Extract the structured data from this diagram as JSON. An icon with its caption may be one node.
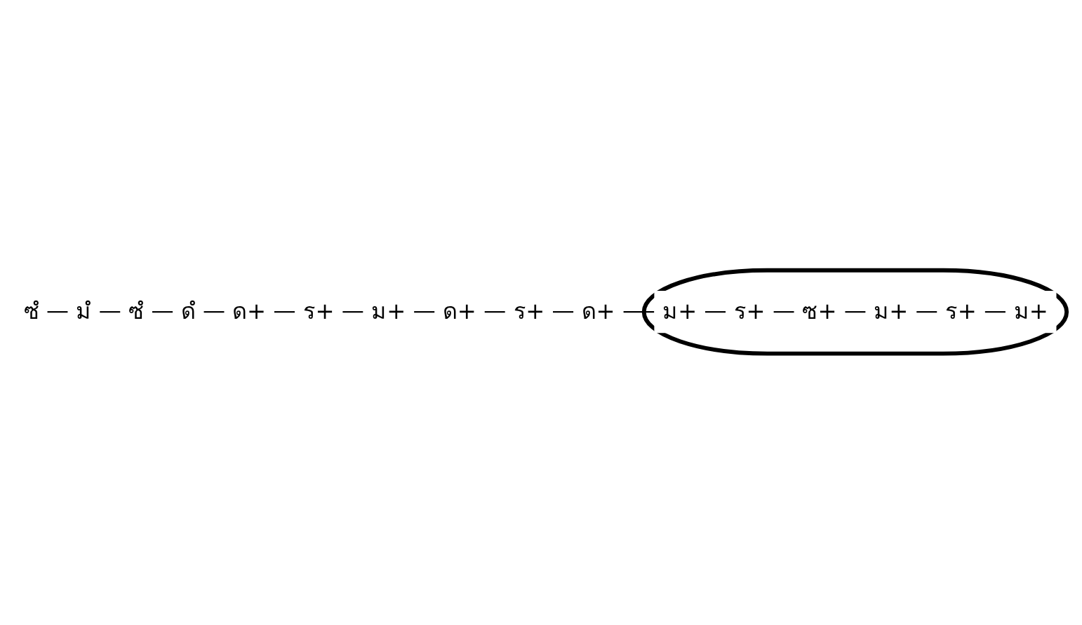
{
  "diagram": {
    "nodes": [
      {
        "text": [
          "ซํ"
        ]
      },
      {
        "text": [
          "มํ"
        ]
      },
      {
        "text": [
          "ซํ"
        ]
      },
      {
        "text": [
          "ดํ"
        ]
      },
      {
        "text": [
          "ด+"
        ]
      },
      {
        "text": [
          "ร+"
        ]
      },
      {
        "text": [
          "ม+"
        ]
      },
      {
        "text": [
          "ด+"
        ]
      },
      {
        "text": [
          "ร+"
        ]
      },
      {
        "text": [],
        "shape": "ellipse"
      },
      {
        "text": [
          "ด+"
        ]
      },
      {
        "text": [
          "ม+"
        ],
        "in": 9
      },
      {
        "text": [
          "ร+"
        ],
        "in": 9
      },
      {
        "text": [
          "ซ+"
        ],
        "in": 9
      },
      {
        "text": [
          "ม+"
        ],
        "in": 9
      },
      {
        "text": [
          "ร+"
        ],
        "in": 9
      },
      {
        "text": [
          "ม+"
        ],
        "in": 9
      }
    ],
    "edges": [
      {
        "from": 0,
        "to": 1,
        "arrow": "none"
      },
      {
        "from": 1,
        "to": 2,
        "arrow": "none"
      },
      {
        "from": 2,
        "to": 3,
        "arrow": "none"
      },
      {
        "from": 3,
        "to": 4,
        "arrow": "none"
      },
      {
        "from": 4,
        "to": 5,
        "arrow": "none"
      },
      {
        "from": 5,
        "to": 6,
        "arrow": "none"
      },
      {
        "from": 6,
        "to": 7,
        "arrow": "none"
      },
      {
        "from": 7,
        "to": 8,
        "arrow": "none"
      },
      {
        "from": 8,
        "to": 10,
        "arrow": "none"
      },
      {
        "from": 10,
        "to": 11,
        "arrow": "none"
      },
      {
        "from": 11,
        "to": 12,
        "arrow": "none"
      },
      {
        "from": 12,
        "to": 13,
        "arrow": "none"
      },
      {
        "from": 13,
        "to": 14,
        "arrow": "none"
      },
      {
        "from": 14,
        "to": 15,
        "arrow": "none"
      },
      {
        "from": 15,
        "to": 16,
        "arrow": "none"
      }
    ]
  }
}
